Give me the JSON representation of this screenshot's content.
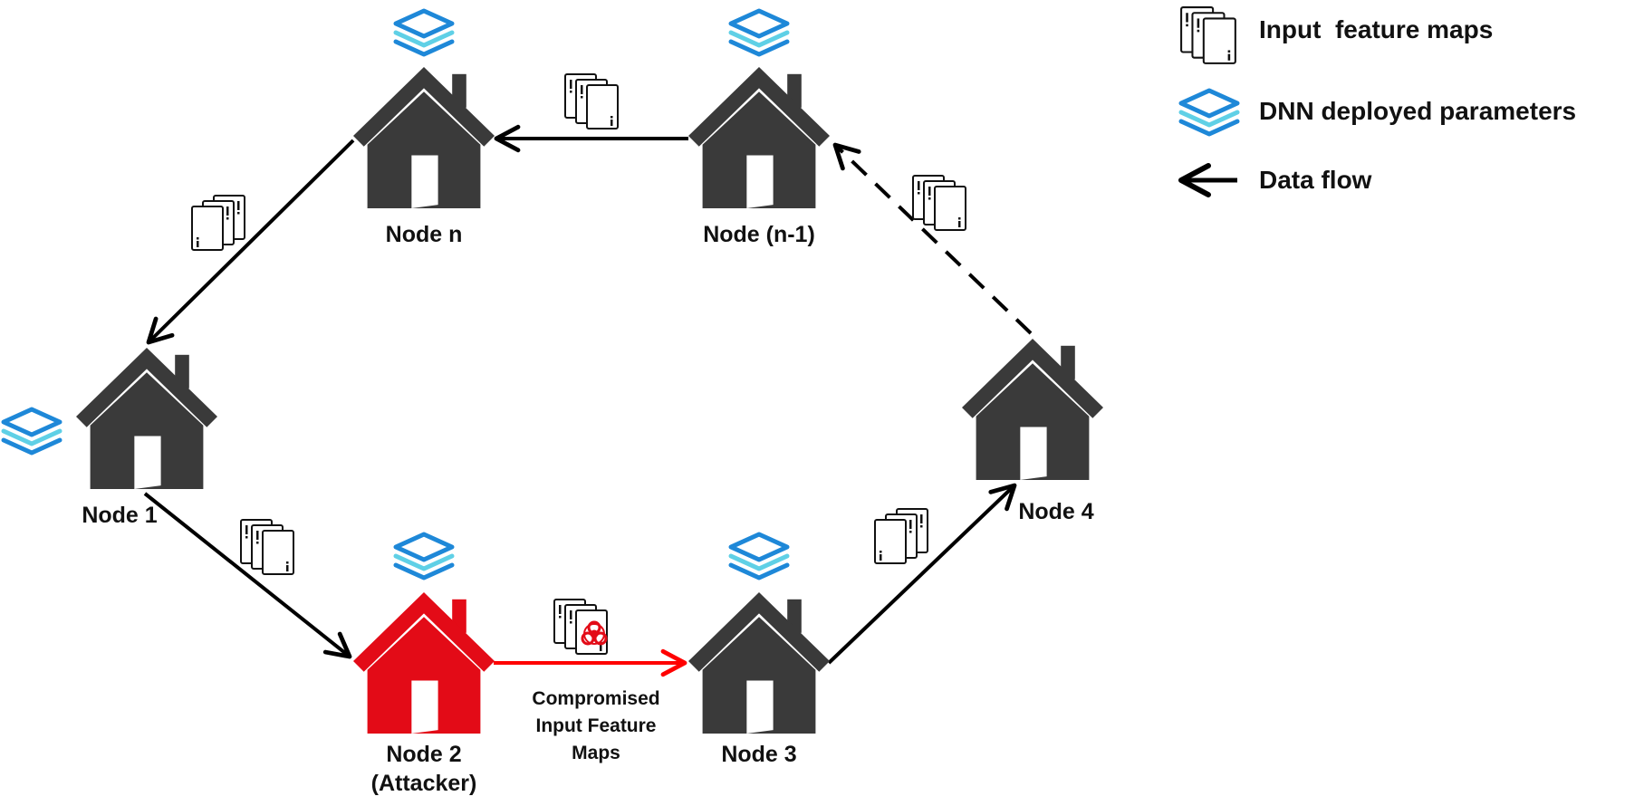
{
  "colors": {
    "house": "#3a3a3a",
    "attacker_house": "#e30b17",
    "layer_dark": "#1e88d8",
    "layer_light": "#5fd0e6",
    "arrow": "#000000",
    "attack_arrow": "#ff0000"
  },
  "nodes": [
    {
      "id": "node-n",
      "label": "Node n",
      "compromised": false
    },
    {
      "id": "node-n-1",
      "label": "Node (n-1)",
      "compromised": false
    },
    {
      "id": "node-1",
      "label": "Node 1",
      "compromised": false
    },
    {
      "id": "node-4",
      "label": "Node 4",
      "compromised": false
    },
    {
      "id": "node-2",
      "label": "Node 2",
      "sublabel": "(Attacker)",
      "compromised": true
    },
    {
      "id": "node-3",
      "label": "Node 3",
      "compromised": false
    }
  ],
  "flows": [
    {
      "from": "node-n-1",
      "to": "node-n",
      "style": "solid"
    },
    {
      "from": "node-n",
      "to": "node-1",
      "style": "solid"
    },
    {
      "from": "node-1",
      "to": "node-2",
      "style": "solid"
    },
    {
      "from": "node-2",
      "to": "node-3",
      "style": "attack"
    },
    {
      "from": "node-3",
      "to": "node-4",
      "style": "solid"
    },
    {
      "from": "node-4",
      "to": "node-n-1",
      "style": "dashed"
    }
  ],
  "compromised_label": {
    "line1": "Compromised",
    "line2": "Input Feature",
    "line3": "Maps"
  },
  "icons": {
    "house": "house-icon",
    "parameters": "layers-icon",
    "feature_maps": "document-stack-icon",
    "malicious": "biohazard-icon"
  },
  "legend": {
    "feature_maps": "Input  feature maps",
    "parameters": "DNN deployed parameters",
    "data_flow": "Data flow"
  }
}
